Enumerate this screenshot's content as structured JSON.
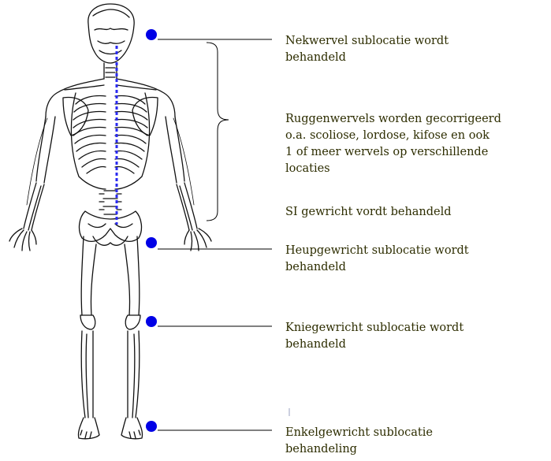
{
  "colors": {
    "marker": "#0000e6",
    "spine_line": "#2a2af0",
    "text": "#2d2d00",
    "leader": "#000000",
    "figure_stroke": "#111111"
  },
  "labels": {
    "neck": [
      "Nekwervel sublocatie wordt",
      "behandeld"
    ],
    "spine": [
      "Ruggenwervels worden gecorrigeerd",
      "o.a. scoliose, lordose, kifose en ook",
      "1 of meer wervels op verschillende",
      "locaties"
    ],
    "si": [
      "SI gewricht vordt behandeld"
    ],
    "hip": [
      "Heupgewricht sublocatie wordt",
      "behandeld"
    ],
    "knee": [
      "Kniegewricht sublocatie wordt",
      "behandeld"
    ],
    "ankle": [
      "Enkelgewricht sublocatie",
      "behandeling"
    ]
  },
  "icons": {
    "figure": "human-skeleton-back-view-icon",
    "marker": "blue-dot-marker-icon",
    "bracket": "curly-brace-icon"
  }
}
